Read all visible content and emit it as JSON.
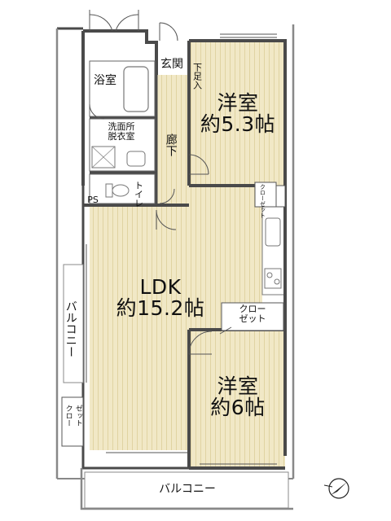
{
  "rooms": {
    "ldk": {
      "name": "LDK",
      "size": "約15.2帖"
    },
    "western_1": {
      "name": "洋室",
      "size": "約5.3帖"
    },
    "western_2": {
      "name": "洋室",
      "size": "約6帖"
    },
    "bath": "浴室",
    "washroom": {
      "line1": "洗面所",
      "line2": "脱衣室"
    },
    "entrance": "玄関",
    "shoe_box": "下足入",
    "hallway": "廊下",
    "toilet": "トイレ",
    "ps": "PS",
    "closet_upper": "クローゼット",
    "closet_ldk": {
      "line1": "クロー",
      "line2": "ゼット"
    },
    "closet_left": {
      "line1": "クロー",
      "line2": "ゼット"
    },
    "balcony_side": "バルコニー",
    "balcony_bottom": "バルコニー"
  },
  "colors": {
    "floor": "#F1E8C6",
    "floor_stripe": "#E2D6A8",
    "wall": "#4A4A4A",
    "wet_area": "#FFFFFF",
    "balcony": "#FFFFFF"
  },
  "icons": [
    "north-arrow-icon",
    "door-swing-icon",
    "bathtub-icon",
    "toilet-icon",
    "sink-icon",
    "stove-icon",
    "washing-machine-icon"
  ]
}
